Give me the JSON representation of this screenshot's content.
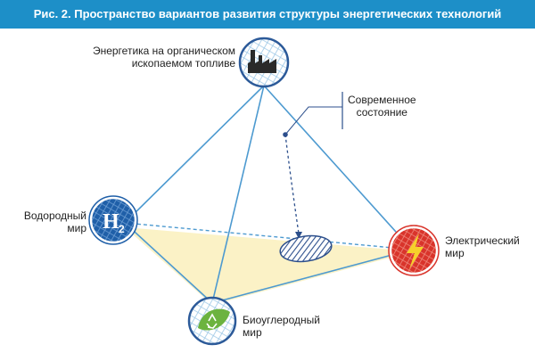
{
  "title": "Рис. 2. Пространство вариантов развития структуры энергетических технологий",
  "nodes": {
    "fossil": {
      "line1": "Энергетика на органическом",
      "line2": "ископаемом топливе",
      "icon": "factory-icon",
      "color": "#2c5a99"
    },
    "hydrogen": {
      "line1": "Водородный",
      "line2": "мир",
      "icon_text": "H",
      "icon_sub": "2",
      "color": "#1f5fa8"
    },
    "electric": {
      "line1": "Электрический",
      "line2": "мир",
      "icon": "lightning-icon",
      "color": "#d9342b"
    },
    "biocarbon": {
      "line1": "Биоуглеродный",
      "line2": "мир",
      "icon": "recycle-leaf-icon",
      "color": "#6cb33f"
    }
  },
  "current_state": {
    "line1": "Современное",
    "line2": "состояние"
  },
  "colors": {
    "title_bg": "#1d8fc8",
    "edge": "#4d9ad0",
    "base_fill": "#fbf2c6",
    "marker": "#2c4f8c"
  }
}
